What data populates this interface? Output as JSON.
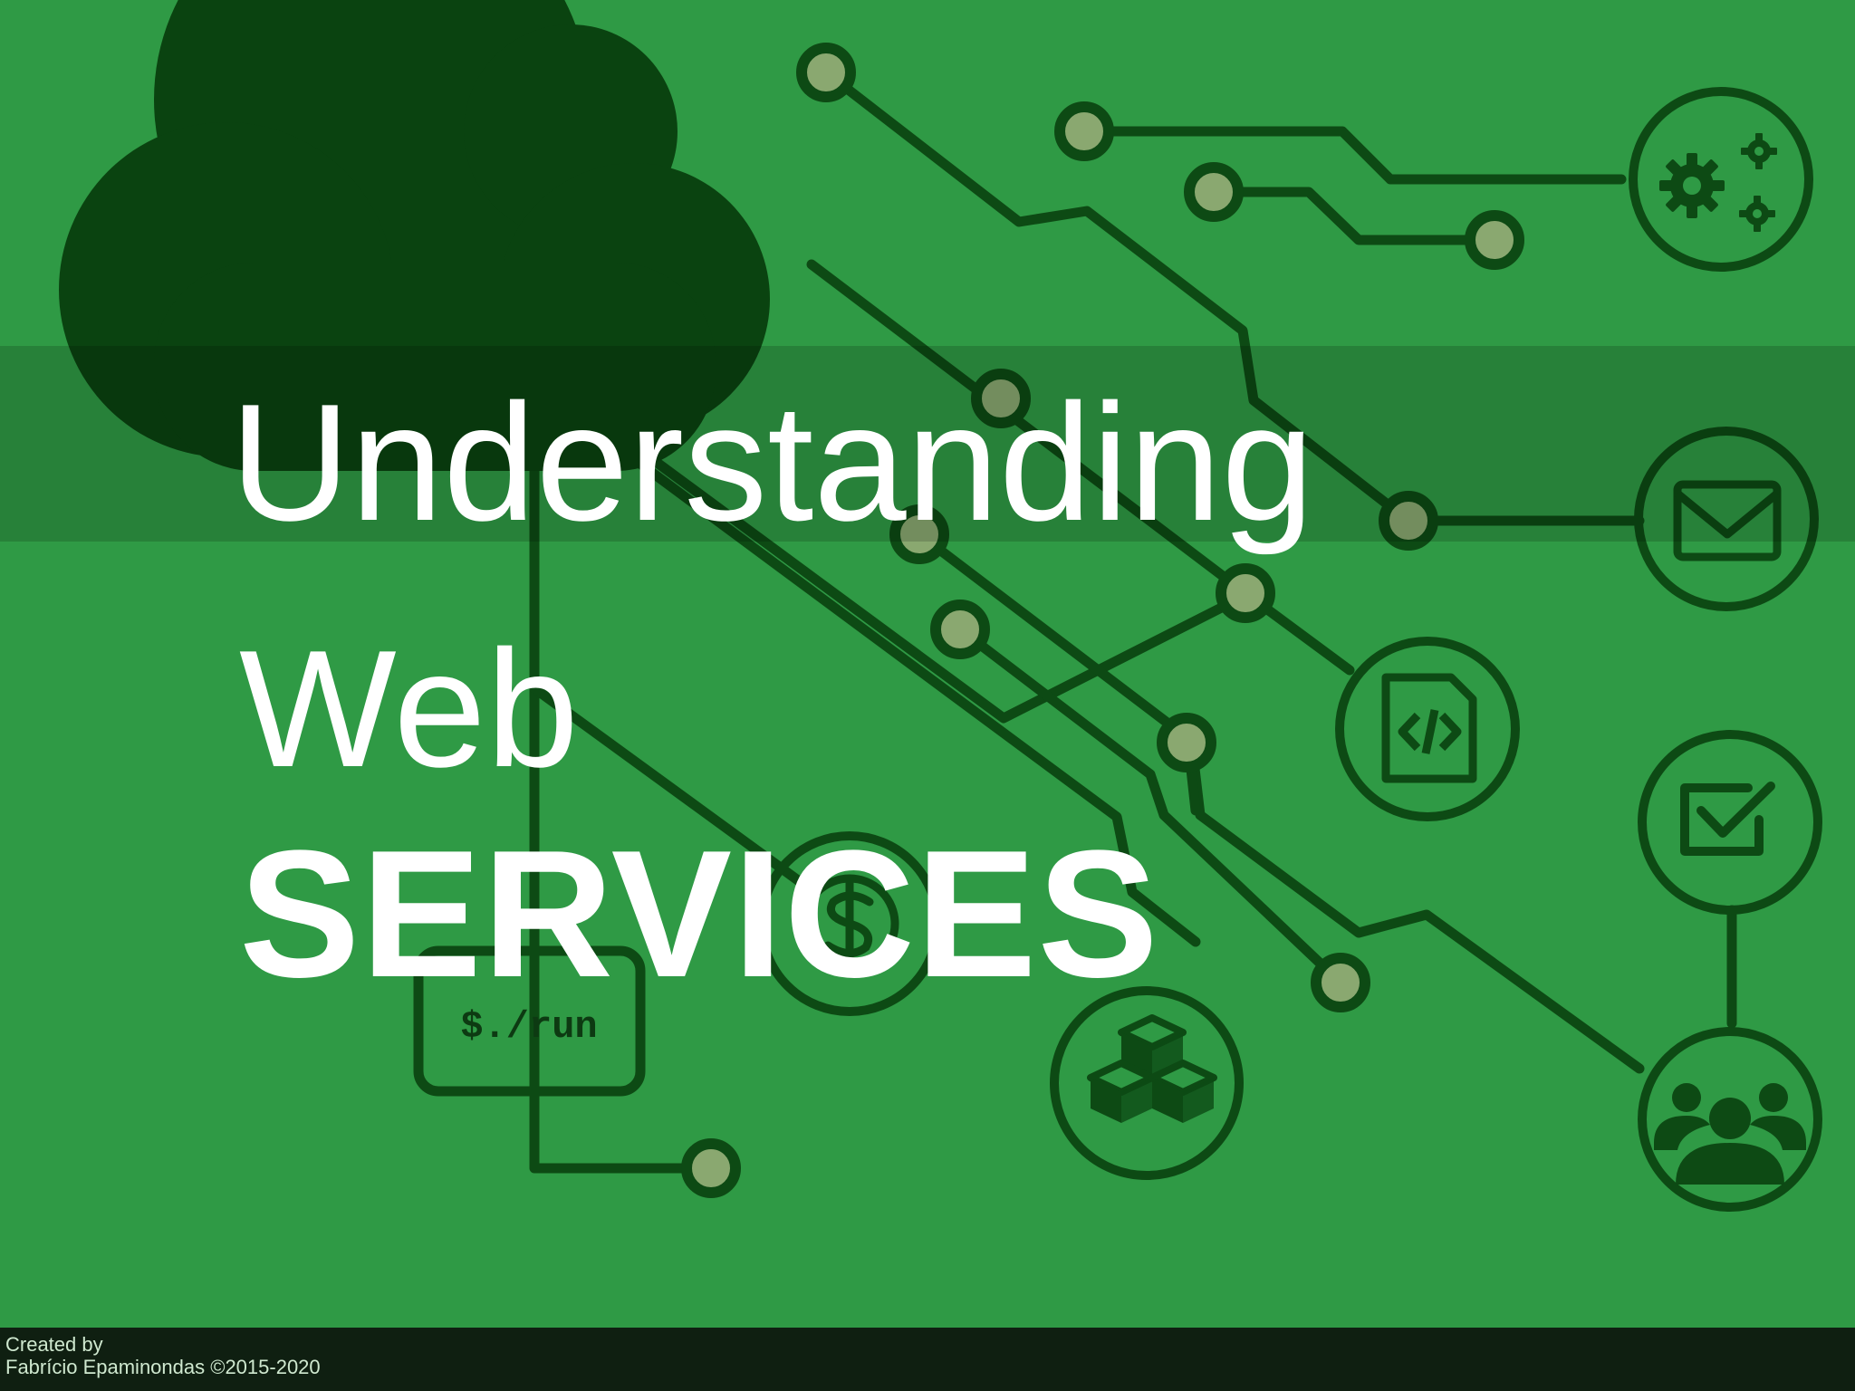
{
  "title": {
    "line1": "Understanding",
    "line2": "Web",
    "line3": "SERVICES"
  },
  "illustration": {
    "terminal_text": "$./run",
    "icons": [
      "cloud-icon",
      "gears-icon",
      "envelope-icon",
      "code-file-icon",
      "checkbox-icon",
      "team-icon",
      "cubes-icon",
      "terminal-icon",
      "dollar-coin-icon"
    ]
  },
  "footer": {
    "line1": "Created by",
    "line2": "Fabrício Epaminondas ©2015-2020"
  },
  "colors": {
    "background": "#2f9a45",
    "dark_green": "#0b4a12",
    "node_fill": "#8aa870",
    "text": "#ffffff",
    "footer": "#0f1f11"
  }
}
